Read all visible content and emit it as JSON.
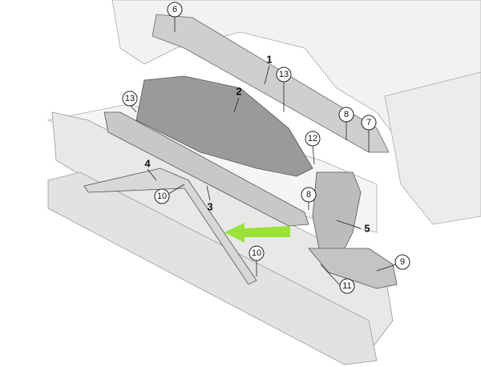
{
  "diagram": {
    "callouts": [
      {
        "id": "c6",
        "label": "6",
        "circled": true
      },
      {
        "id": "c1",
        "label": "1",
        "circled": false
      },
      {
        "id": "c13a",
        "label": "13",
        "circled": true
      },
      {
        "id": "c2",
        "label": "2",
        "circled": false
      },
      {
        "id": "c13b",
        "label": "13",
        "circled": true
      },
      {
        "id": "c8a",
        "label": "8",
        "circled": true
      },
      {
        "id": "c7",
        "label": "7",
        "circled": true
      },
      {
        "id": "c12",
        "label": "12",
        "circled": true
      },
      {
        "id": "c4",
        "label": "4",
        "circled": false
      },
      {
        "id": "c10a",
        "label": "10",
        "circled": true
      },
      {
        "id": "c3",
        "label": "3",
        "circled": false
      },
      {
        "id": "c8b",
        "label": "8",
        "circled": true
      },
      {
        "id": "c5",
        "label": "5",
        "circled": false
      },
      {
        "id": "c10b",
        "label": "10",
        "circled": true
      },
      {
        "id": "c11",
        "label": "11",
        "circled": true
      },
      {
        "id": "c9",
        "label": "9",
        "circled": true
      }
    ],
    "colors": {
      "part_fill": "#dcdcdc",
      "part_dark": "#b9b9b9",
      "body_fill": "#f1f1f1",
      "line": "#555555",
      "arrow": "#9be33a"
    }
  }
}
